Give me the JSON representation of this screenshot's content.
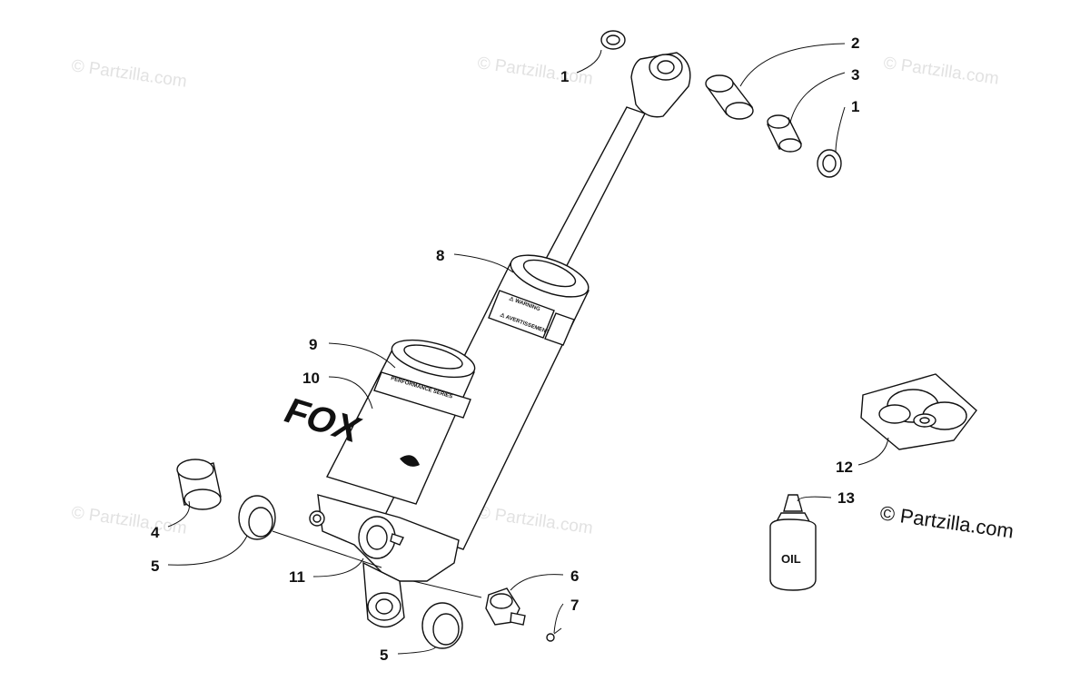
{
  "watermark": "© Partzilla.com",
  "copyright": "© Partzilla.com",
  "callouts": [
    {
      "id": "c1a",
      "num": "1"
    },
    {
      "id": "c2",
      "num": "2"
    },
    {
      "id": "c3",
      "num": "3"
    },
    {
      "id": "c1b",
      "num": "1"
    },
    {
      "id": "c8",
      "num": "8"
    },
    {
      "id": "c9",
      "num": "9"
    },
    {
      "id": "c10",
      "num": "10"
    },
    {
      "id": "c4",
      "num": "4"
    },
    {
      "id": "c5a",
      "num": "5"
    },
    {
      "id": "c11",
      "num": "11"
    },
    {
      "id": "c6",
      "num": "6"
    },
    {
      "id": "c7",
      "num": "7"
    },
    {
      "id": "c5b",
      "num": "5"
    },
    {
      "id": "c12",
      "num": "12"
    },
    {
      "id": "c13",
      "num": "13"
    }
  ],
  "labels": {
    "oil": "OIL",
    "spring_text": "PERFORMANCE SERIES",
    "brand": "FOX",
    "warning1": "⚠ WARNING",
    "warning2": "⚠ AVERTISSEMENT"
  }
}
